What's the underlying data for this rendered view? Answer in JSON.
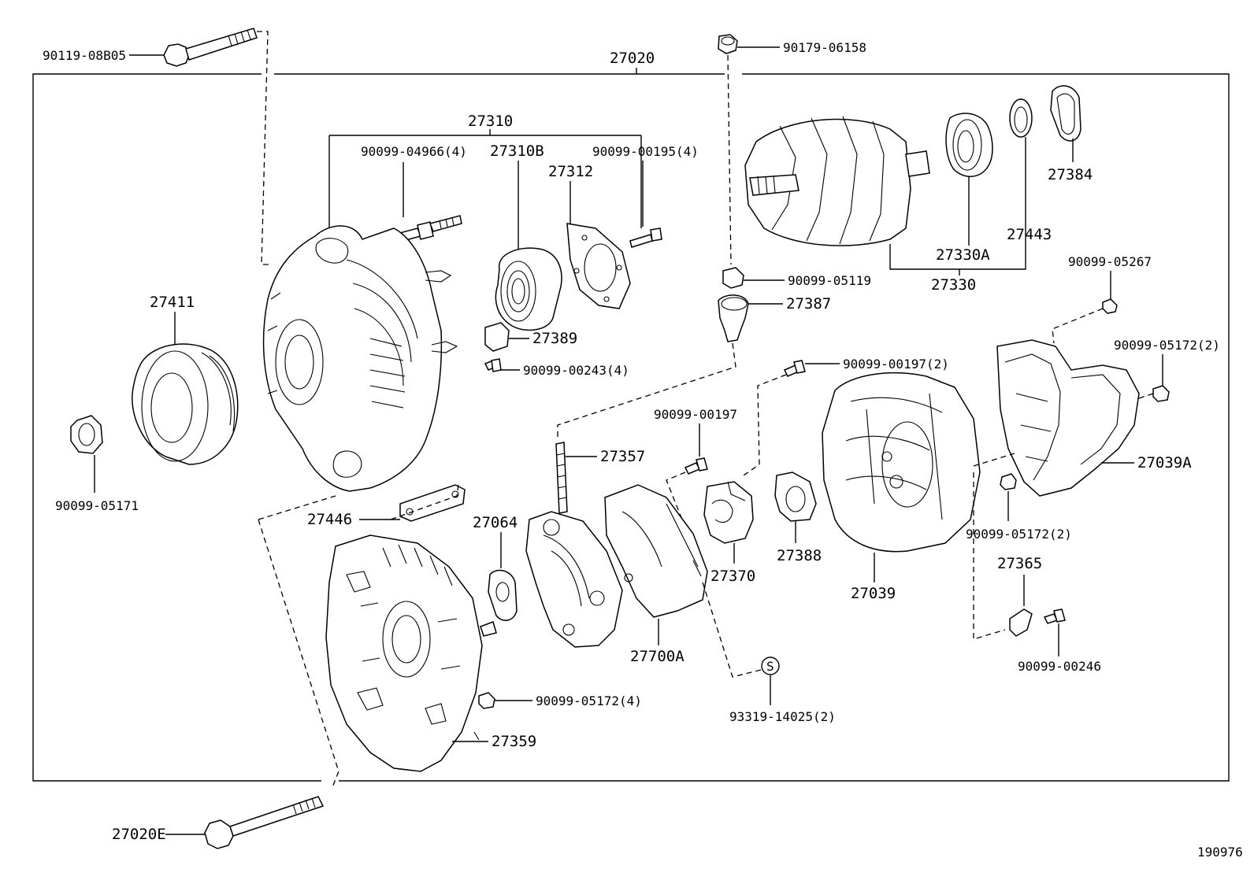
{
  "diagram": {
    "assembly_number": "27020",
    "figure_id": "190976",
    "labels": {
      "bolt_top": "90119-08B05",
      "nut_top": "90179-06158",
      "frame_group": "27310",
      "stud_bolt": "90099-04966(4)",
      "bearing_front": "27310B",
      "retainer": "27312",
      "screw_retainer": "90099-00195(4)",
      "pulley": "27411",
      "pulley_nut": "90099-05171",
      "terminal_nut": "90099-05119",
      "insulator": "27387",
      "cap": "27389",
      "screw_small": "90099-00243(4)",
      "rotor_bearing": "27330A",
      "rotor": "27330",
      "ring": "27443",
      "cover_rear": "27384",
      "nut_cover": "90099-05267",
      "nut_cover2": "90099-05172(2)",
      "screw_holder": "90099-00197(2)",
      "screw_regulator": "90099-00197",
      "terminal_bolt": "27357",
      "plate": "27446",
      "insulator_washer": "27064",
      "rectifier": "27700A",
      "regulator": "27370",
      "brush_holder": "27388",
      "rear_frame": "27039",
      "end_cover": "27039A",
      "nut_frame": "90099-05172(2)",
      "clip": "27365",
      "screw_clip": "90099-00246",
      "nut_end_frame": "90099-05172(4)",
      "drive_end_frame": "27359",
      "screw_s": "93319-14025(2)",
      "s_marker": "S",
      "through_bolt": "27020E"
    }
  }
}
